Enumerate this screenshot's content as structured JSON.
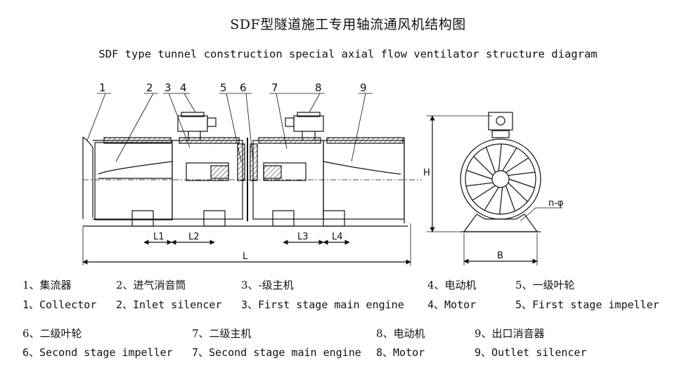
{
  "title_cn": "SDF型隧道施工专用轴流通风机结构图",
  "title_en": "SDF type tunnel construction special axial flow ventilator structure diagram",
  "callouts": [
    "1",
    "2",
    "3",
    "4",
    "5",
    "6",
    "7",
    "8",
    "9"
  ],
  "dimensions": {
    "L": "L",
    "L1": "L1",
    "L2": "L2",
    "L3": "L3",
    "L4": "L4",
    "H": "H",
    "B": "B",
    "n_phi": "n-φ"
  },
  "legend": [
    {
      "cn": "1、集流器",
      "en": "1、Collector"
    },
    {
      "cn": "2、进气消音筒",
      "en": "2、Inlet silencer"
    },
    {
      "cn": "3、-级主机",
      "en": "3、First stage main engine"
    },
    {
      "cn": "4、电动机",
      "en": "4、Motor"
    },
    {
      "cn": "5、一级叶轮",
      "en": "5、First stage impeller"
    },
    {
      "cn": "6、二级叶轮",
      "en": "6、Second stage impeller"
    },
    {
      "cn": "7、二级主机",
      "en": "7、Second stage main engine"
    },
    {
      "cn": "8、电动机",
      "en": "8、Motor"
    },
    {
      "cn": "9、出口消音器",
      "en": "9、Outlet silencer"
    }
  ]
}
